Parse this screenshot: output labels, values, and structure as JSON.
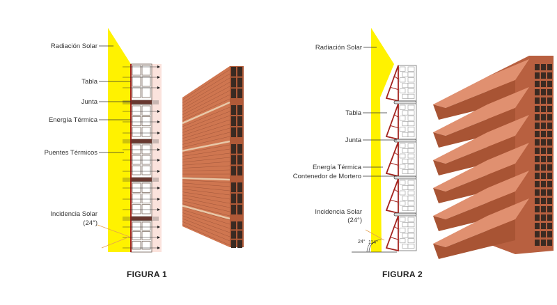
{
  "figure1": {
    "caption": "FIGURA 1",
    "labels": {
      "radiacion": "Radiación Solar",
      "tabla": "Tabla",
      "junta": "Junta",
      "energia": "Energía Térmica",
      "puentes": "Puentes Térmicos",
      "incidencia": "Incidencia Solar",
      "incidencia_angle": "(24°)"
    }
  },
  "figure2": {
    "caption": "FIGURA 2",
    "labels": {
      "radiacion": "Radiación Solar",
      "tabla": "Tabla",
      "junta": "Junta",
      "energia": "Energía Térmica",
      "contenedor": "Contenedor de Mortero",
      "incidencia": "Incidencia Solar",
      "incidencia_angle": "(24°)",
      "angle_a": "24°",
      "angle_b": "114°"
    }
  },
  "colors": {
    "sun": "#fff200",
    "brick": "#c8643c",
    "brick_dark": "#8a3a20",
    "outline": "#a3231e"
  }
}
